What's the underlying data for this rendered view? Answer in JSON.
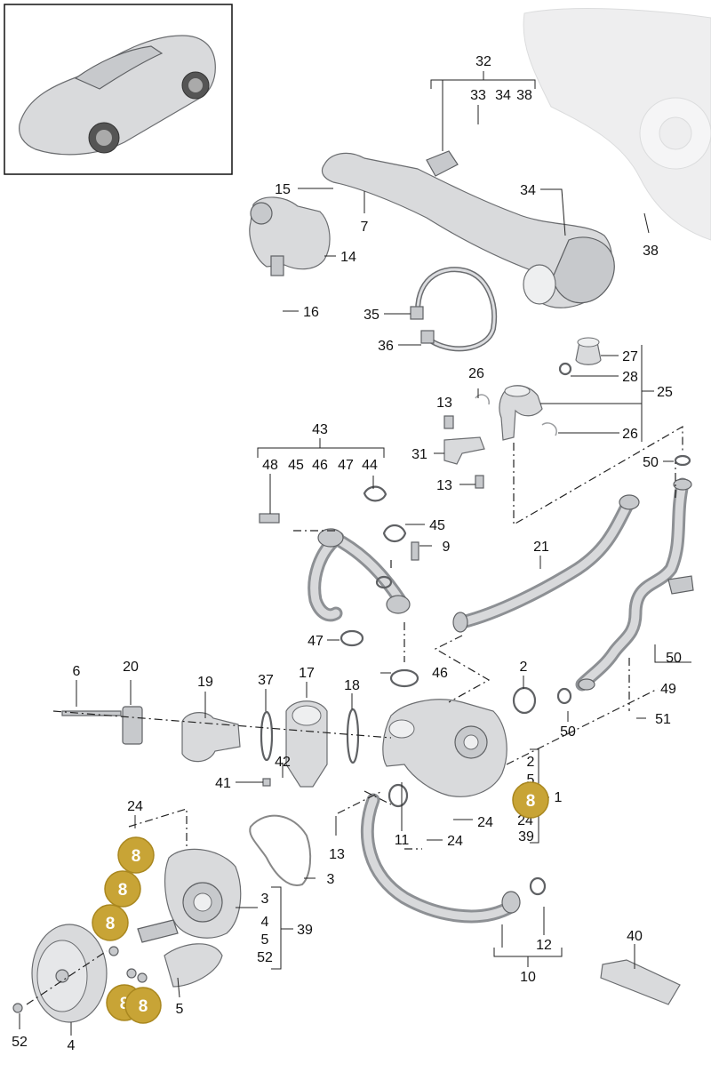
{
  "labels": {
    "l32": "32",
    "l33": "33",
    "l34a": "34",
    "l38a": "38",
    "l15": "15",
    "l7": "7",
    "l14": "14",
    "l16": "16",
    "l34b": "34",
    "l38b": "38",
    "l35": "35",
    "l36": "36",
    "l27": "27",
    "l28": "28",
    "l25": "25",
    "l26a": "26",
    "l26b": "26",
    "l13a": "13",
    "l31": "31",
    "l13b": "13",
    "l43": "43",
    "l48": "48",
    "l45a": "45",
    "l46a": "46",
    "l47a": "47",
    "l44a": "44",
    "l45b": "45",
    "l9": "9",
    "l50a": "50",
    "l21": "21",
    "l47b": "47",
    "l46b": "46",
    "l50b": "50",
    "l49": "49",
    "l51": "51",
    "l6": "6",
    "l20": "20",
    "l19": "19",
    "l37": "37",
    "l17": "17",
    "l18": "18",
    "l2a": "2",
    "l50c": "50",
    "l42": "42",
    "l41": "41",
    "l2b": "2",
    "l5a": "5",
    "l1": "1",
    "l24a": "24",
    "l39a": "39",
    "l24b": "24",
    "l11": "11",
    "l24c": "24",
    "l13c": "13",
    "l24d": "24",
    "l3a": "3",
    "l3b": "3",
    "l4a": "4",
    "l39b": "39",
    "l5b": "5",
    "l52a": "52",
    "l5c": "5",
    "l52b": "52",
    "l4b": "4",
    "l40": "40",
    "l12": "12",
    "l10": "10"
  },
  "badges": {
    "b1": "8",
    "b2": "8",
    "b3": "8",
    "b4": "8",
    "b5": "8",
    "b6": "8"
  },
  "colors": {
    "badge_fill": "#c8a436",
    "badge_text": "#ffffff",
    "line": "#222222",
    "part": "#d9dadc"
  }
}
